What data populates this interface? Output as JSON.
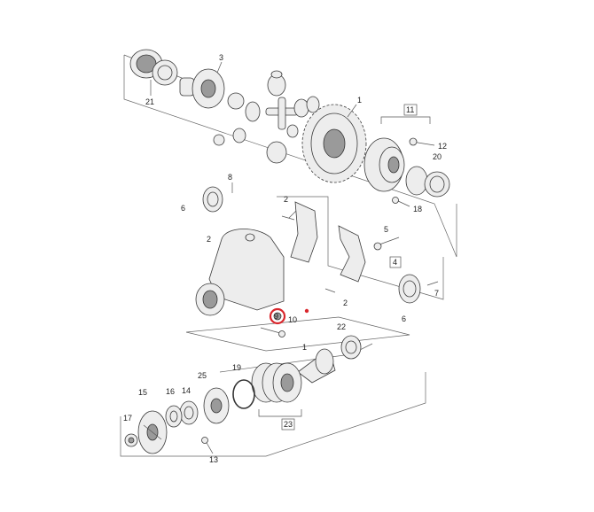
{
  "diagram": {
    "callouts": [
      {
        "id": "c21",
        "text": "21"
      },
      {
        "id": "c3",
        "text": "3"
      },
      {
        "id": "c1a",
        "text": "1"
      },
      {
        "id": "c11",
        "text": "11"
      },
      {
        "id": "c12",
        "text": "12"
      },
      {
        "id": "c20",
        "text": "20"
      },
      {
        "id": "c18",
        "text": "18"
      },
      {
        "id": "c8",
        "text": "8"
      },
      {
        "id": "c6a",
        "text": "6"
      },
      {
        "id": "c2a",
        "text": "2"
      },
      {
        "id": "c2b",
        "text": "2"
      },
      {
        "id": "c5",
        "text": "5"
      },
      {
        "id": "c4",
        "text": "4"
      },
      {
        "id": "c7",
        "text": "7"
      },
      {
        "id": "c2c",
        "text": "2"
      },
      {
        "id": "c6b",
        "text": "6"
      },
      {
        "id": "c9",
        "text": "9"
      },
      {
        "id": "c10",
        "text": "10"
      },
      {
        "id": "c22",
        "text": "22"
      },
      {
        "id": "c1b",
        "text": "1"
      },
      {
        "id": "c19",
        "text": "19"
      },
      {
        "id": "c25",
        "text": "25"
      },
      {
        "id": "c16",
        "text": "16"
      },
      {
        "id": "c14",
        "text": "14"
      },
      {
        "id": "c15",
        "text": "15"
      },
      {
        "id": "c17",
        "text": "17"
      },
      {
        "id": "c23",
        "text": "23"
      },
      {
        "id": "c13",
        "text": "13"
      }
    ],
    "highlight": {
      "part": "9",
      "color": "#d9262c"
    },
    "colors": {
      "line": "#555555",
      "part_fill": "#ededed"
    }
  }
}
